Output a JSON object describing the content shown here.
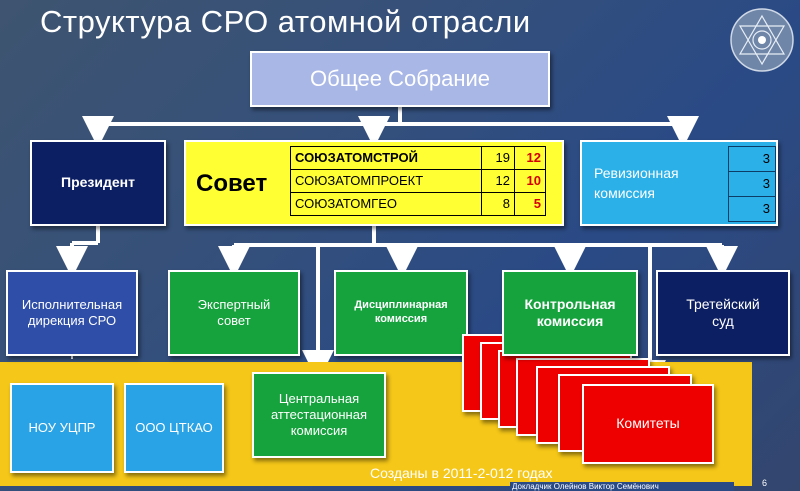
{
  "title": "Структура СРО атомной отрасли",
  "general_assembly": "Общее Собрание",
  "president": "Президент",
  "council": {
    "label": "Совет",
    "rows": [
      {
        "name": "СОЮЗАТОМСТРОЙ",
        "a": "19",
        "b": "12"
      },
      {
        "name": "СОЮЗАТОМПРОЕКТ",
        "a": "12",
        "b": "10"
      },
      {
        "name": "СОЮЗАТОМГЕО",
        "a": "8",
        "b": "5"
      }
    ]
  },
  "revision": {
    "label_line1": "Ревизионная",
    "label_line2": "комиссия",
    "values": [
      "3",
      "3",
      "3"
    ]
  },
  "exec_directorate": {
    "line1": "Исполнительная",
    "line2": "дирекция СРО"
  },
  "expert_council": {
    "line1": "Экспертный",
    "line2": "совет"
  },
  "disciplinary": {
    "line1": "Дисциплинарная",
    "line2": "комиссия"
  },
  "control": {
    "line1": "Контрольная",
    "line2": "комиссия"
  },
  "arbitration": {
    "line1": "Третейский",
    "line2": "суд"
  },
  "nou": "НОУ УЦПР",
  "ooo": "ООО ЦТКАО",
  "attestation": {
    "line1": "Центральная",
    "line2": "аттестационная",
    "line3": "комиссия"
  },
  "committees": "Комитеты",
  "created": "Созданы в 2011-2-012 годах",
  "reporter": "Докладчик Олейнов Виктор Семёнович",
  "page_number": "6",
  "colors": {
    "yellow": "#ffff33",
    "green": "#16a33e",
    "navy": "#0d1f63",
    "red": "#ee0000",
    "cyan": "#2bb0e8"
  }
}
